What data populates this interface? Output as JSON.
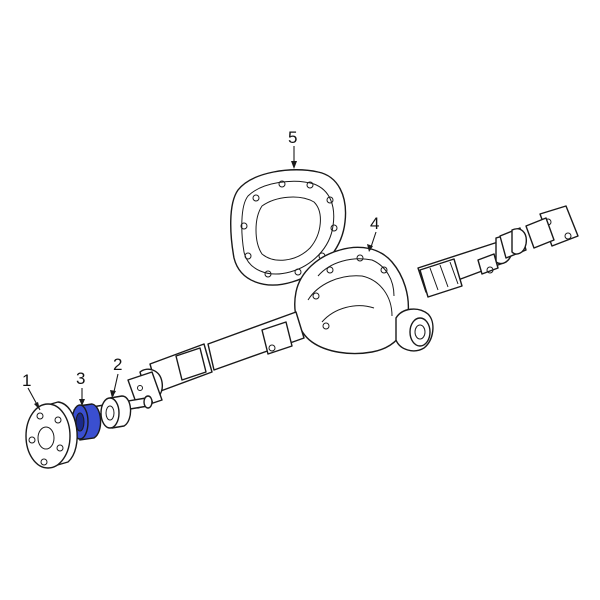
{
  "diagram": {
    "callouts": [
      {
        "id": "1",
        "label": "1"
      },
      {
        "id": "2",
        "label": "2"
      },
      {
        "id": "3",
        "label": "3"
      },
      {
        "id": "4",
        "label": "4"
      },
      {
        "id": "5",
        "label": "5"
      }
    ],
    "highlight_color": "#3a4fd0",
    "line_color": "#1a1a1a"
  }
}
